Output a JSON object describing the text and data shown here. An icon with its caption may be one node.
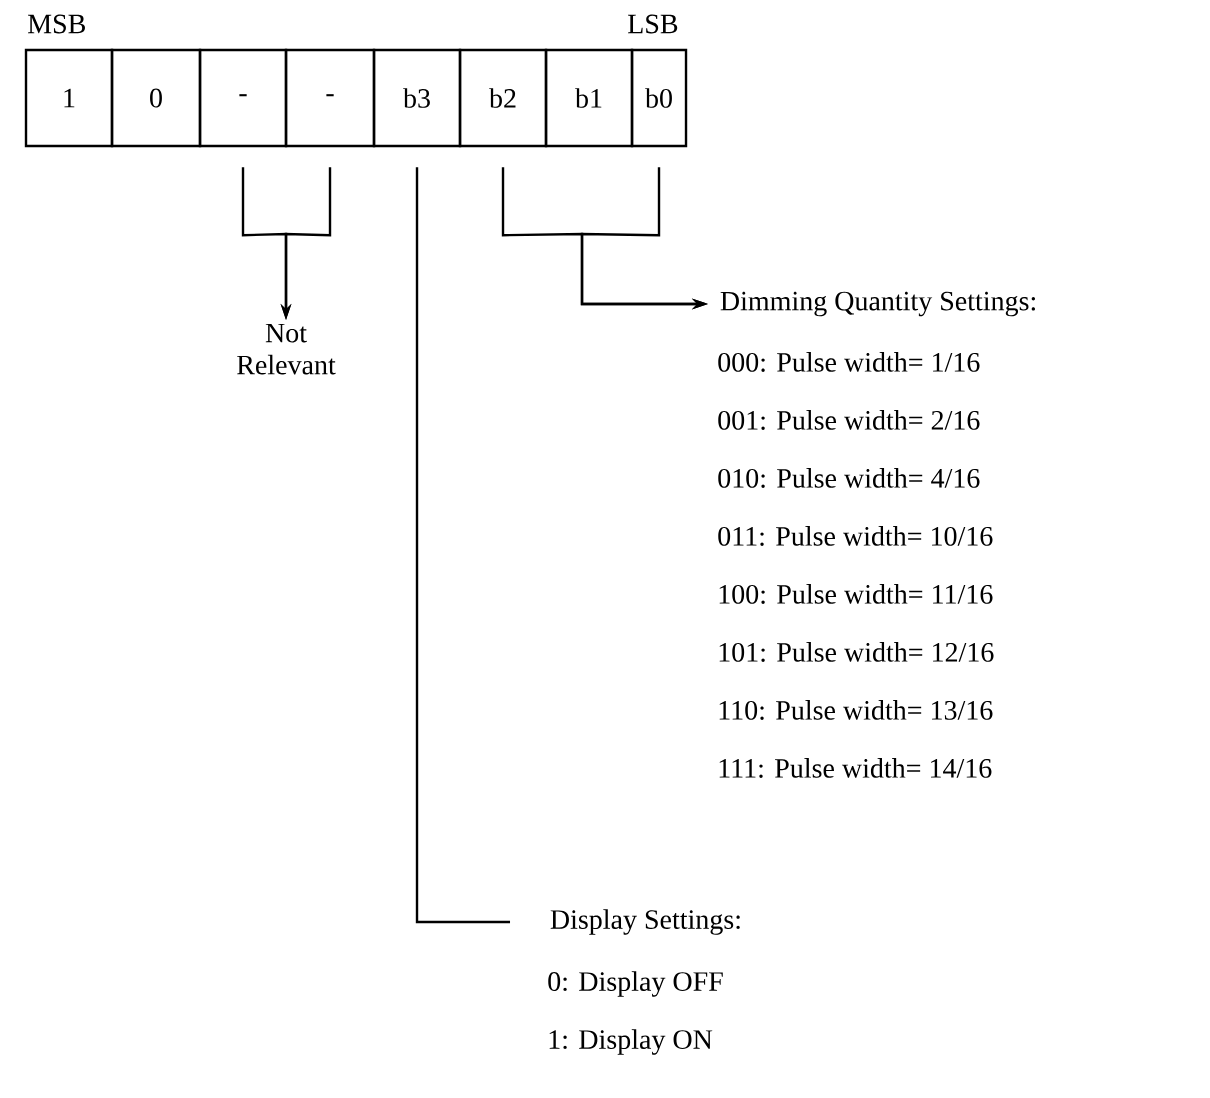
{
  "diagram": {
    "nodes": [
      {
        "text": [
          "1"
        ]
      },
      {
        "text": [
          "0"
        ]
      },
      {
        "text": [
          "-"
        ]
      },
      {
        "text": [
          "-"
        ]
      },
      {
        "text": [
          "b3"
        ]
      },
      {
        "text": [
          "b2"
        ]
      },
      {
        "text": [
          "b1"
        ]
      },
      {
        "text": [
          "b0"
        ]
      },
      {
        "text": [
          "Not Relevant"
        ]
      },
      {
        "text": [
          "Dimming Quantity Settings:"
        ]
      },
      {
        "text": [
          "Display Settings:"
        ]
      }
    ],
    "edges": [
      {
        "from": 2,
        "to": 8,
        "arrow": "to"
      },
      {
        "from": 3,
        "to": 8,
        "arrow": "to"
      },
      {
        "from": 5,
        "to": 9,
        "arrow": "to"
      },
      {
        "from": 7,
        "to": 9,
        "arrow": "to"
      },
      {
        "from": 4,
        "to": 10,
        "arrow": "none"
      }
    ],
    "labels": [
      "MSB",
      "LSB",
      "000: Pulse width= 1/16",
      "001: Pulse width= 2/16",
      "010: Pulse width= 4/16",
      "011: Pulse width= 10/16",
      "100: Pulse width= 11/16",
      "101: Pulse width= 12/16",
      "110: Pulse width= 13/16",
      "111: Pulse width= 14/16",
      "0: Display OFF",
      "1: Display ON"
    ]
  }
}
